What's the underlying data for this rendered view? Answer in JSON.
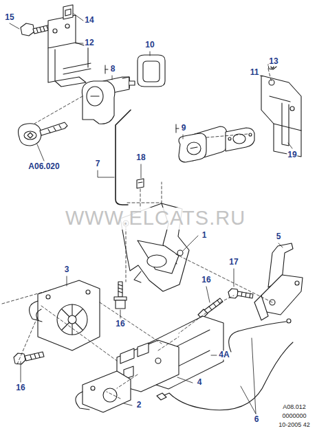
{
  "diagram": {
    "labels": [
      "15",
      "14",
      "12",
      "10",
      "13",
      "11",
      "8",
      "9",
      "19",
      "A06.020",
      "7",
      "18",
      "WWW.ELCATS.RU",
      "1",
      "5",
      "3",
      "17",
      "16",
      "16",
      "4A",
      "16",
      "4",
      "2",
      "6",
      "A08.012",
      "0000000",
      "10-2005 42"
    ]
  }
}
